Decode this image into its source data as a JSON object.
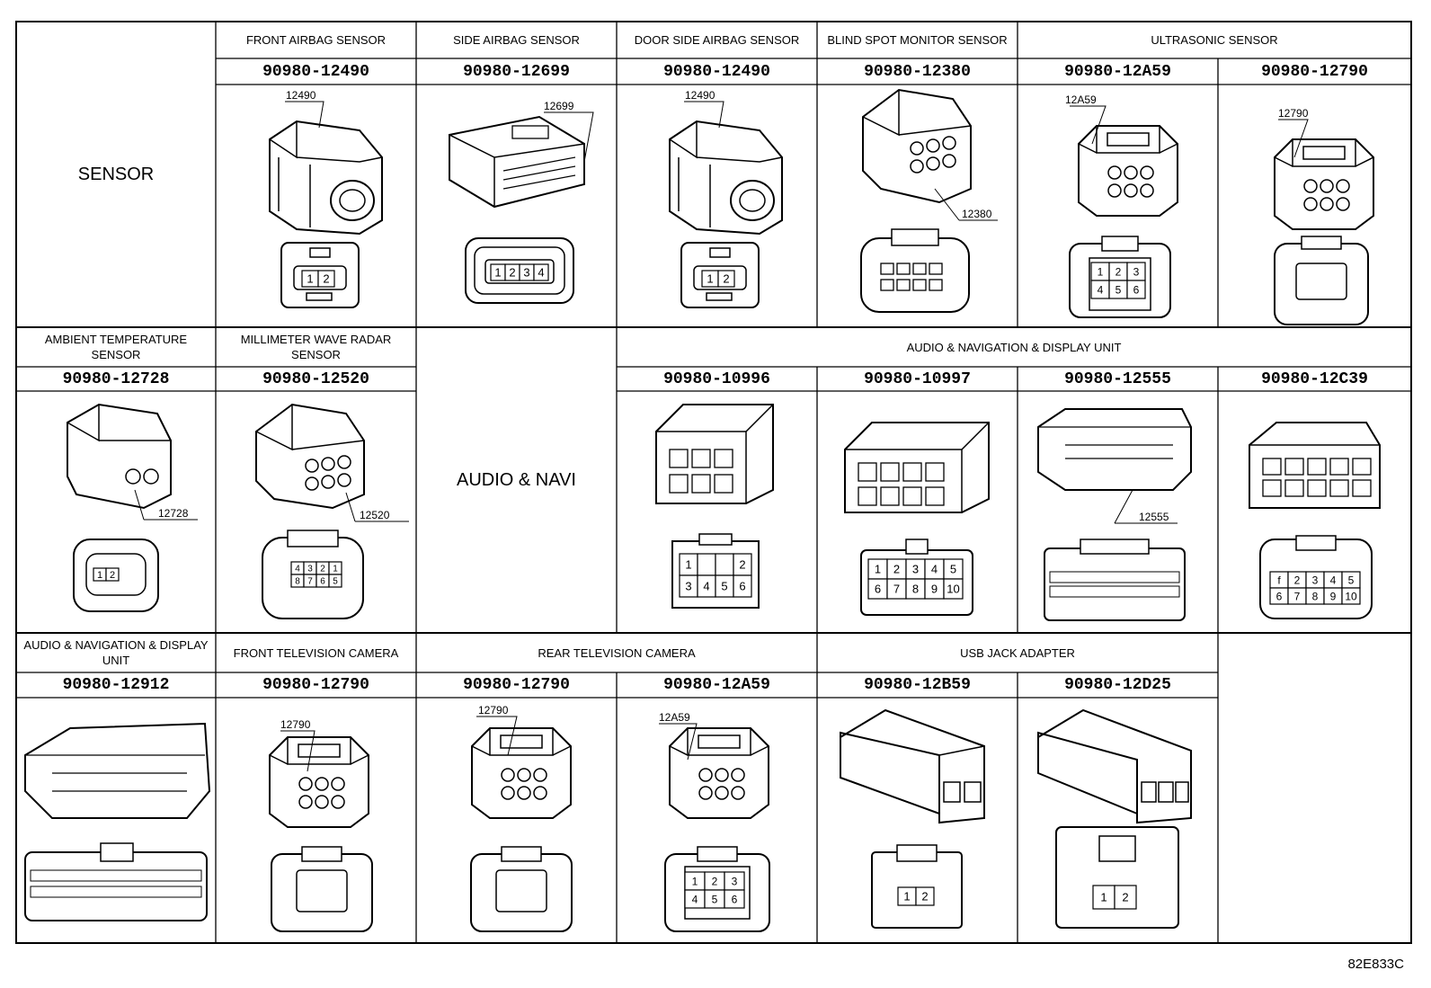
{
  "sections": {
    "sensor": "SENSOR",
    "audio_navi": "AUDIO & NAVI"
  },
  "row1": {
    "headers": {
      "front_airbag": "FRONT AIRBAG SENSOR",
      "side_airbag": "SIDE AIRBAG SENSOR",
      "door_side_airbag": "DOOR SIDE AIRBAG SENSOR",
      "blind_spot": "BLIND SPOT MONITOR SENSOR",
      "ultrasonic": "ULTRASONIC SENSOR"
    },
    "parts": [
      "90980-12490",
      "90980-12699",
      "90980-12490",
      "90980-12380",
      "90980-12A59",
      "90980-12790"
    ],
    "callouts": [
      "12490",
      "12699",
      "12490",
      "12380",
      "12A59",
      "12790"
    ]
  },
  "row2": {
    "headers": {
      "ambient_temp": "AMBIENT TEMPERATURE SENSOR",
      "mmwave": "MILLIMETER WAVE RADAR SENSOR",
      "audio_nav_display": "AUDIO & NAVIGATION & DISPLAY UNIT"
    },
    "parts": [
      "90980-12728",
      "90980-12520",
      "90980-10996",
      "90980-10997",
      "90980-12555",
      "90980-12C39"
    ],
    "callouts": [
      "12728",
      "12520",
      "12555"
    ]
  },
  "row3": {
    "headers": {
      "audio_nav_display": "AUDIO & NAVIGATION & DISPLAY UNIT",
      "front_tv_camera": "FRONT TELEVISION CAMERA",
      "rear_tv_camera": "REAR TELEVISION CAMERA",
      "usb_jack": "USB JACK ADAPTER"
    },
    "parts": [
      "90980-12912",
      "90980-12790",
      "90980-12790",
      "90980-12A59",
      "90980-12B59",
      "90980-12D25"
    ],
    "callouts": [
      "12790",
      "12790",
      "12A59"
    ]
  },
  "pins": {
    "p2": [
      "1",
      "2"
    ],
    "p4": [
      "1",
      "2",
      "3",
      "4"
    ],
    "p6": [
      "1",
      "2",
      "3",
      "4",
      "5",
      "6"
    ],
    "p10": [
      "1",
      "2",
      "3",
      "4",
      "5",
      "6",
      "7",
      "8",
      "9",
      "10"
    ],
    "p8r": [
      "4",
      "3",
      "2",
      "1",
      "8",
      "7",
      "6",
      "5"
    ]
  },
  "drawing_code": "82E833C"
}
